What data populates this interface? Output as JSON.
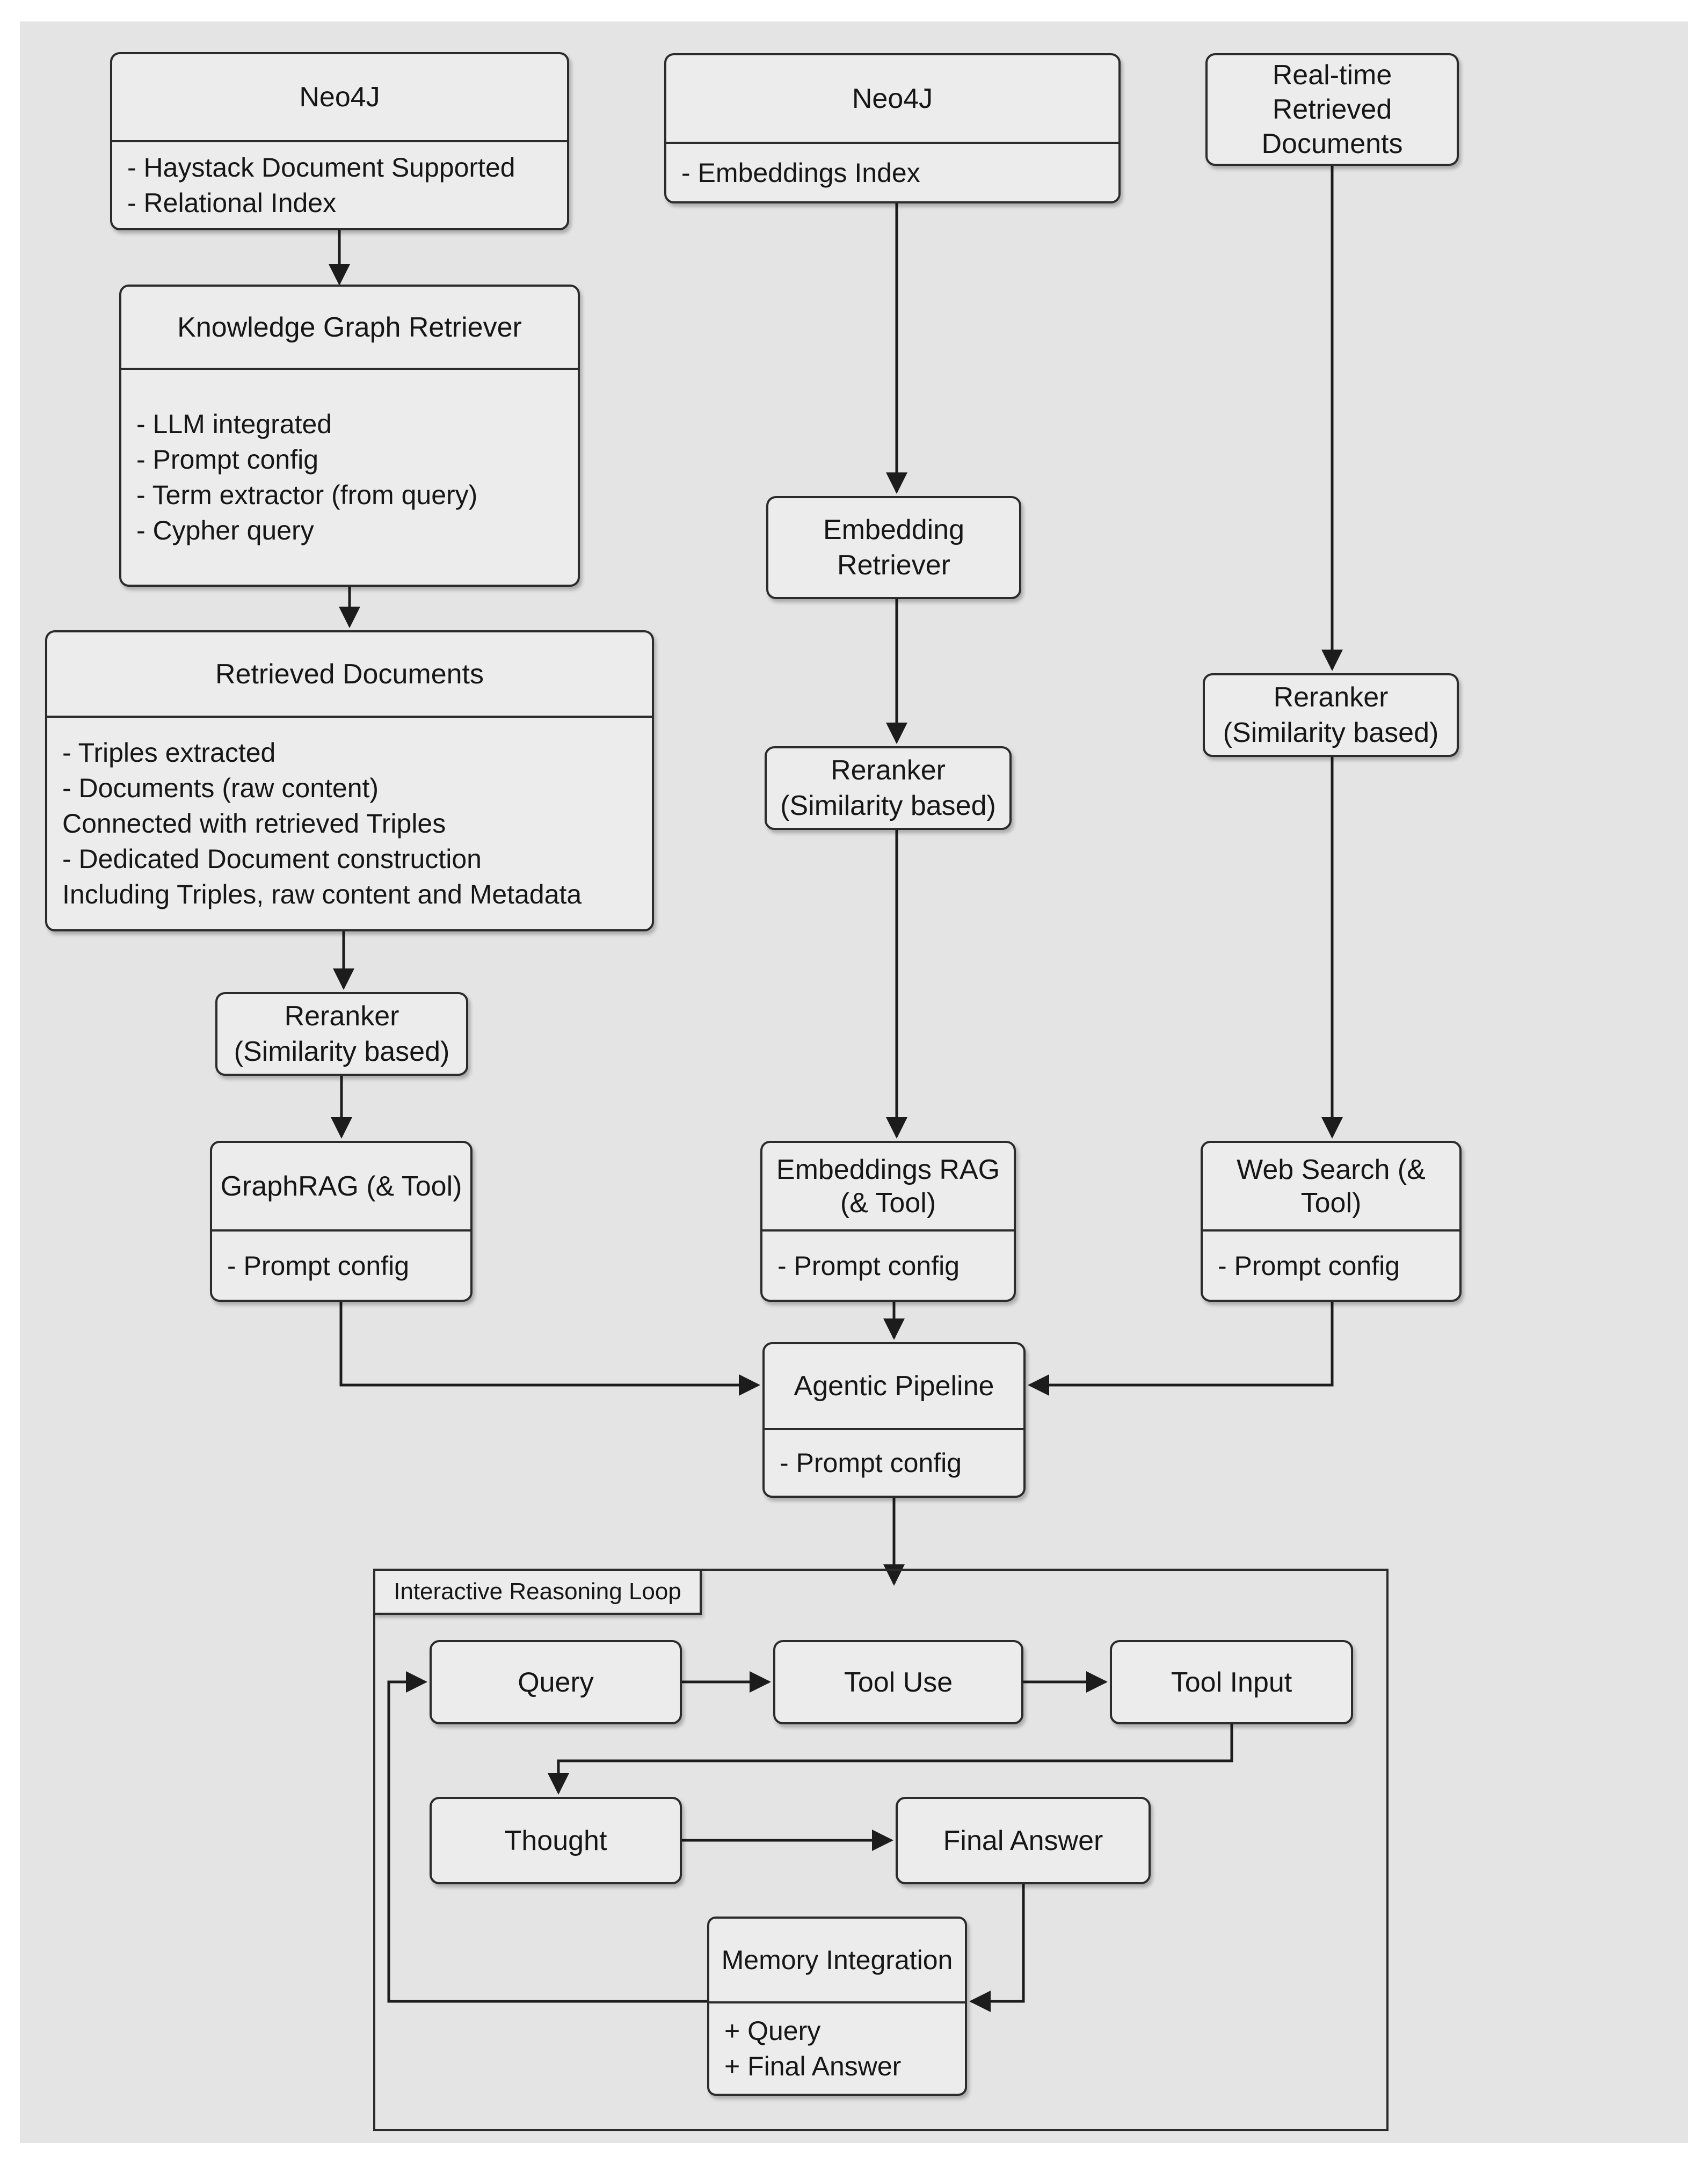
{
  "palette": {
    "page_bg": "#ffffff",
    "panel_bg": "#e4e4e4",
    "node_fill": "#ececec",
    "line_color": "#1c1c1c",
    "text_color": "#161616"
  },
  "nodes": {
    "neo4j_graph": {
      "title": "Neo4J",
      "items": [
        "- Haystack Document Supported",
        "- Relational Index"
      ]
    },
    "kg_retriever": {
      "title": "Knowledge Graph Retriever",
      "items": [
        "- LLM integrated",
        "- Prompt config",
        "- Term extractor (from query)",
        "- Cypher query"
      ]
    },
    "retrieved_documents": {
      "title": "Retrieved Documents",
      "items": [
        "- Triples extracted",
        "- Documents (raw content)",
        "Connected with retrieved Triples",
        "- Dedicated Document construction",
        "Including Triples, raw content and Metadata"
      ]
    },
    "reranker_left": {
      "lines": [
        "Reranker",
        "(Similarity based)"
      ]
    },
    "graphrag": {
      "title": "GraphRAG (& Tool)",
      "items": [
        "- Prompt config"
      ]
    },
    "neo4j_embeddings": {
      "title": "Neo4J",
      "items": [
        "- Embeddings Index"
      ]
    },
    "embedding_retriever": {
      "lines": [
        "Embedding",
        "Retriever"
      ]
    },
    "reranker_mid": {
      "lines": [
        "Reranker",
        "(Similarity based)"
      ]
    },
    "embeddings_rag": {
      "title_lines": [
        "Embeddings RAG",
        "(& Tool)"
      ],
      "items": [
        "- Prompt config"
      ]
    },
    "realtime_docs": {
      "lines": [
        "Real-time",
        "Retrieved",
        "Documents"
      ]
    },
    "reranker_right": {
      "lines": [
        "Reranker",
        "(Similarity based)"
      ]
    },
    "web_search": {
      "title_lines": [
        "Web Search (&",
        "Tool)"
      ],
      "items": [
        "- Prompt config"
      ]
    },
    "agentic_pipeline": {
      "title": "Agentic Pipeline",
      "items": [
        "- Prompt config"
      ]
    },
    "loop": {
      "label": "Interactive Reasoning Loop"
    },
    "query": {
      "label": "Query"
    },
    "tool_use": {
      "label": "Tool Use"
    },
    "tool_input": {
      "label": "Tool Input"
    },
    "thought": {
      "label": "Thought"
    },
    "final_answer": {
      "label": "Final Answer"
    },
    "memory_integration": {
      "title": "Memory Integration",
      "items": [
        "+ Query",
        "+ Final Answer"
      ]
    }
  }
}
